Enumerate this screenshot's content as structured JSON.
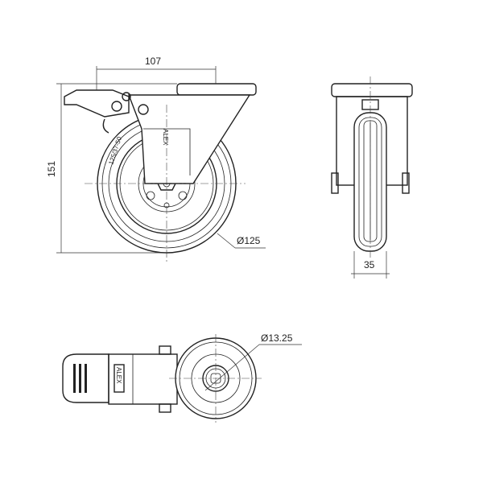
{
  "dimensions": {
    "width": "107",
    "height": "151",
    "wheel_diameter": "Ø125",
    "wheel_width": "35",
    "bolt_hole": "Ø13.25"
  },
  "markings": {
    "tyre_size": "125/37-50",
    "brand_side": "ALEX",
    "brand_top": "ALEX"
  },
  "colors": {
    "line": "#222222",
    "background": "#ffffff"
  }
}
